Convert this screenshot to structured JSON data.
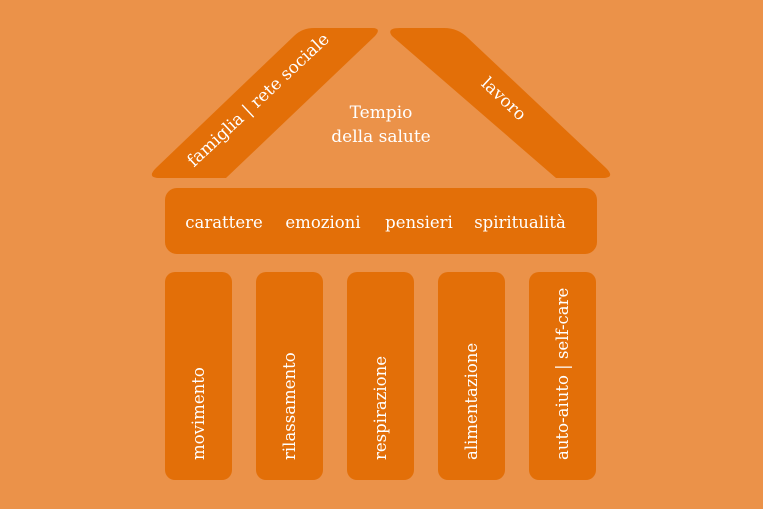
{
  "colors": {
    "background": "#EB9249",
    "shape_fill": "#E36F08",
    "text": "#FFFFFF"
  },
  "roof": {
    "left_label": "famiglia | rete sociale",
    "right_label": "lavoro",
    "title_line1": "Tempio",
    "title_line2": "della salute"
  },
  "beam": {
    "items": [
      "carattere",
      "emozioni",
      "pensieri",
      "spiritualità"
    ]
  },
  "pillars": {
    "items": [
      "movimento",
      "rilassamento",
      "respirazione",
      "alimentazione",
      "auto-aiuto | self-care"
    ]
  }
}
